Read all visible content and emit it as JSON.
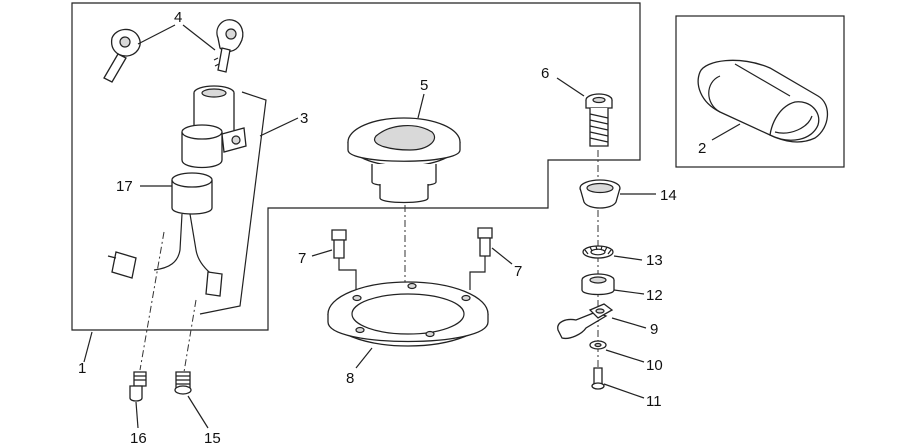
{
  "diagram": {
    "callouts": [
      {
        "id": "c1",
        "text": "1"
      },
      {
        "id": "c2",
        "text": "2"
      },
      {
        "id": "c3",
        "text": "3"
      },
      {
        "id": "c4",
        "text": "4"
      },
      {
        "id": "c5",
        "text": "5"
      },
      {
        "id": "c6",
        "text": "6"
      },
      {
        "id": "c7a",
        "text": "7"
      },
      {
        "id": "c7b",
        "text": "7"
      },
      {
        "id": "c8",
        "text": "8"
      },
      {
        "id": "c9",
        "text": "9"
      },
      {
        "id": "c10",
        "text": "10"
      },
      {
        "id": "c11",
        "text": "11"
      },
      {
        "id": "c12",
        "text": "12"
      },
      {
        "id": "c13",
        "text": "13"
      },
      {
        "id": "c14",
        "text": "14"
      },
      {
        "id": "c15",
        "text": "15"
      },
      {
        "id": "c16",
        "text": "16"
      },
      {
        "id": "c17",
        "text": "17"
      }
    ]
  }
}
